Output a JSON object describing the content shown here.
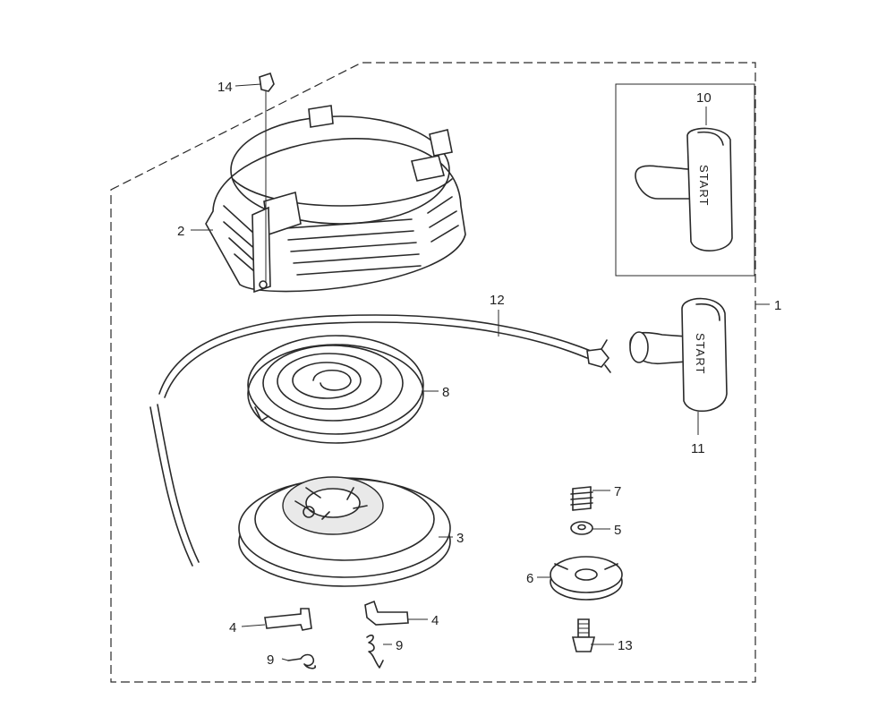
{
  "parts": [
    {
      "key": "assembly",
      "number": "1"
    },
    {
      "key": "cover",
      "number": "2"
    },
    {
      "key": "pulley",
      "number": "3"
    },
    {
      "key": "pawl_left",
      "number": "4"
    },
    {
      "key": "pawl_right",
      "number": "4"
    },
    {
      "key": "washer",
      "number": "5"
    },
    {
      "key": "ratchet",
      "number": "6"
    },
    {
      "key": "spring_small",
      "number": "7"
    },
    {
      "key": "recoil_spring",
      "number": "8"
    },
    {
      "key": "pawl_spring_left",
      "number": "9"
    },
    {
      "key": "pawl_spring_right",
      "number": "9"
    },
    {
      "key": "grip_inset",
      "number": "10"
    },
    {
      "key": "grip",
      "number": "11"
    },
    {
      "key": "rope",
      "number": "12"
    },
    {
      "key": "bolt",
      "number": "13"
    },
    {
      "key": "screw",
      "number": "14"
    }
  ],
  "grip_text": "START"
}
